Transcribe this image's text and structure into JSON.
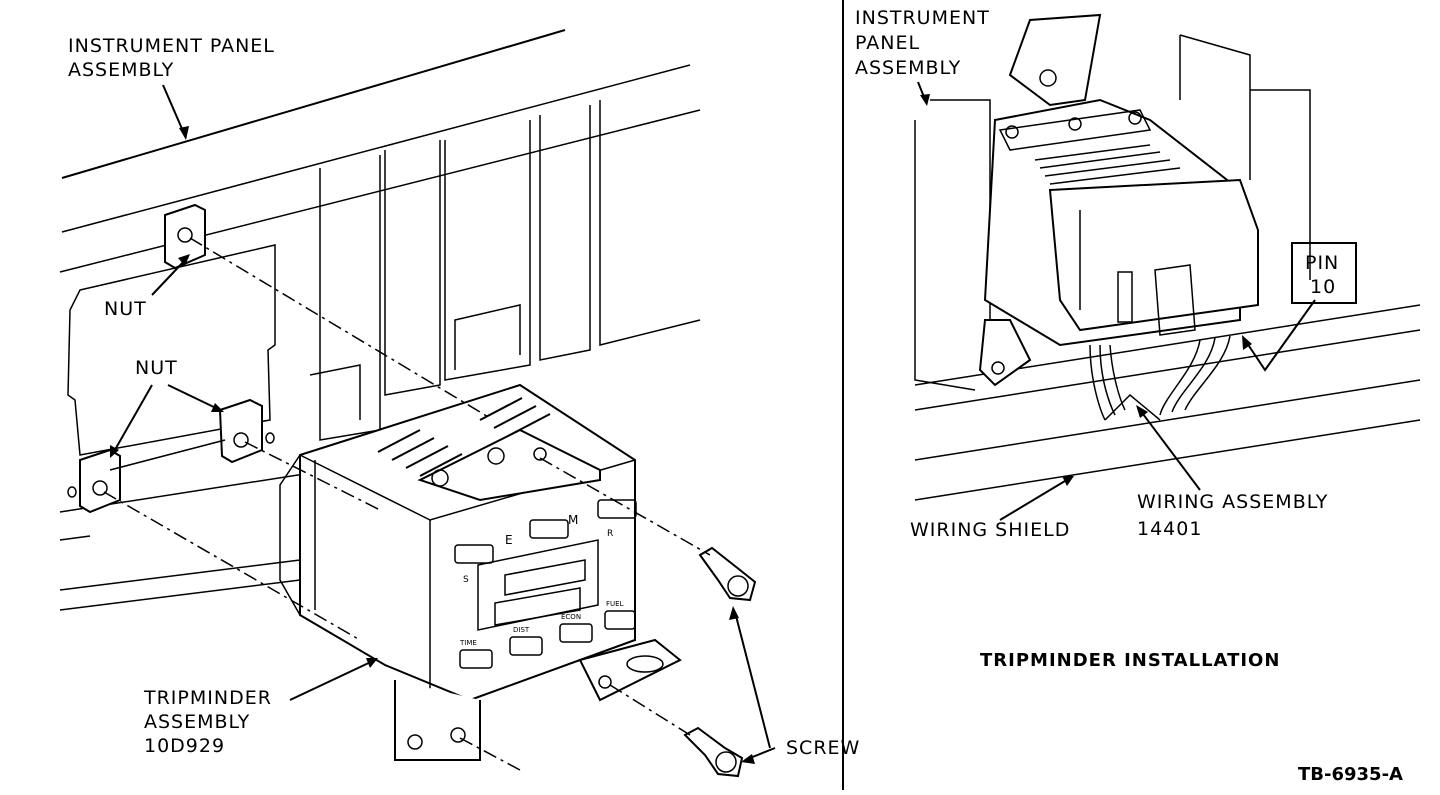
{
  "figure_id": "TB-6935-A",
  "left_panel": {
    "labels": {
      "instrument_panel_1": "INSTRUMENT PANEL",
      "instrument_panel_2": "ASSEMBLY",
      "nut_upper": "NUT",
      "nut_lower": "NUT",
      "tripminder_1": "TRIPMINDER",
      "tripminder_2": "ASSEMBLY",
      "tripminder_3": "10D929",
      "screw": "SCREW"
    },
    "unit_buttons": {
      "s": "S",
      "e": "E",
      "m": "M",
      "r": "R",
      "time": "TIME",
      "dist": "DIST",
      "econ": "ECON",
      "fuel": "FUEL"
    }
  },
  "right_panel": {
    "labels": {
      "instrument_1": "INSTRUMENT",
      "instrument_2": "PANEL",
      "instrument_3": "ASSEMBLY",
      "pin_1": "PIN",
      "pin_2": "10",
      "wiring_shield": "WIRING SHIELD",
      "wiring_assembly_1": "WIRING ASSEMBLY",
      "wiring_assembly_2": "14401"
    },
    "caption": "TRIPMINDER INSTALLATION"
  }
}
